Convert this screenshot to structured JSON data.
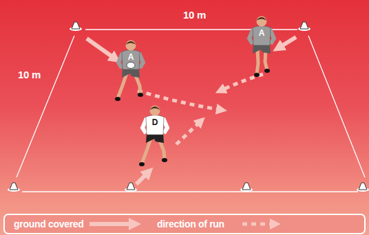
{
  "diagram": {
    "nodes": [
      {
        "text": [
          "A"
        ]
      },
      {
        "text": [
          "A"
        ]
      },
      {
        "text": [
          "D"
        ]
      }
    ],
    "labels": [
      "10 m",
      "10 m"
    ],
    "legend": [
      {
        "text": "ground covered"
      },
      {
        "text": "direction of run"
      }
    ]
  }
}
